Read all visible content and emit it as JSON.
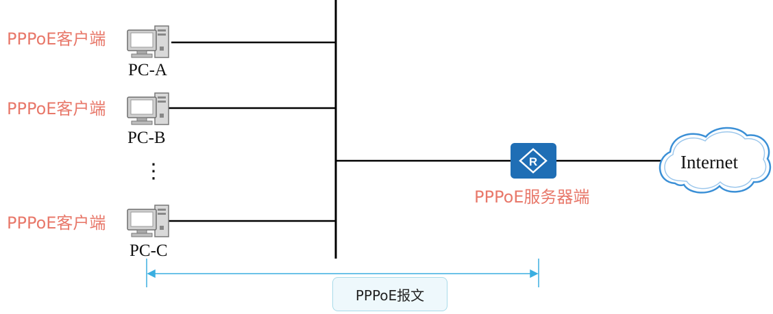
{
  "clients": [
    {
      "role": "PPPoE客户端",
      "name": "PC-A"
    },
    {
      "role": "PPPoE客户端",
      "name": "PC-B"
    },
    {
      "role": "PPPoE客户端",
      "name": "PC-C"
    }
  ],
  "ellipsis": "⋮",
  "server": {
    "label": "PPPoE服务器端",
    "icon": "router-icon",
    "icon_letter": "R"
  },
  "internet": {
    "label": "Internet",
    "icon": "cloud-icon"
  },
  "packet": {
    "label": "PPPoE报文"
  },
  "colors": {
    "client_label": "#e8786a",
    "router_fill": "#1f6eb5",
    "cloud_stroke": "#3a8fd6",
    "bracket": "#3aaee0"
  }
}
